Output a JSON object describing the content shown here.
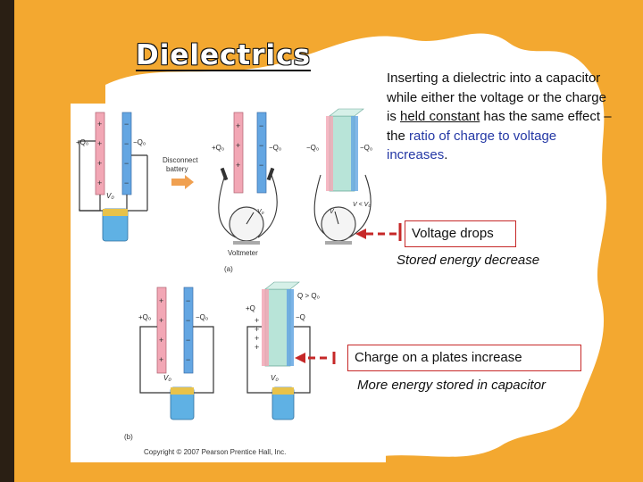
{
  "slide": {
    "title": "Dielectrics",
    "body": {
      "part1": "Inserting a dielectric into a capacitor while either the voltage or the charge is ",
      "part2": "held constant",
      "part3": " has the same effect – the ",
      "part4": "ratio of charge to voltage increases",
      "part5": "."
    },
    "callout1": {
      "label": "Voltage drops",
      "note": "Stored energy decrease"
    },
    "callout2": {
      "label": "Charge on a plates increase",
      "note": "More energy stored in capacitor"
    },
    "colors": {
      "background": "#F3A830",
      "accent_text": "#2438a5",
      "callout_border": "#c62828",
      "arrow": "#c62828"
    }
  },
  "figure": {
    "labels": {
      "q0_pos": "+Q₀",
      "q0_neg": "−Q₀",
      "v0": "V₀",
      "disconnect": [
        "Disconnect",
        "battery"
      ],
      "v_label": "V",
      "v_lt_v0": "V < V₀",
      "voltmeter": "Voltmeter",
      "part_a": "(a)",
      "part_b": "(b)",
      "q_pos": "+Q",
      "q_neg": "−Q",
      "q_gt_q0": "Q > Q₀",
      "copyright": "Copyright © 2007 Pearson Prentice Hall, Inc."
    }
  }
}
